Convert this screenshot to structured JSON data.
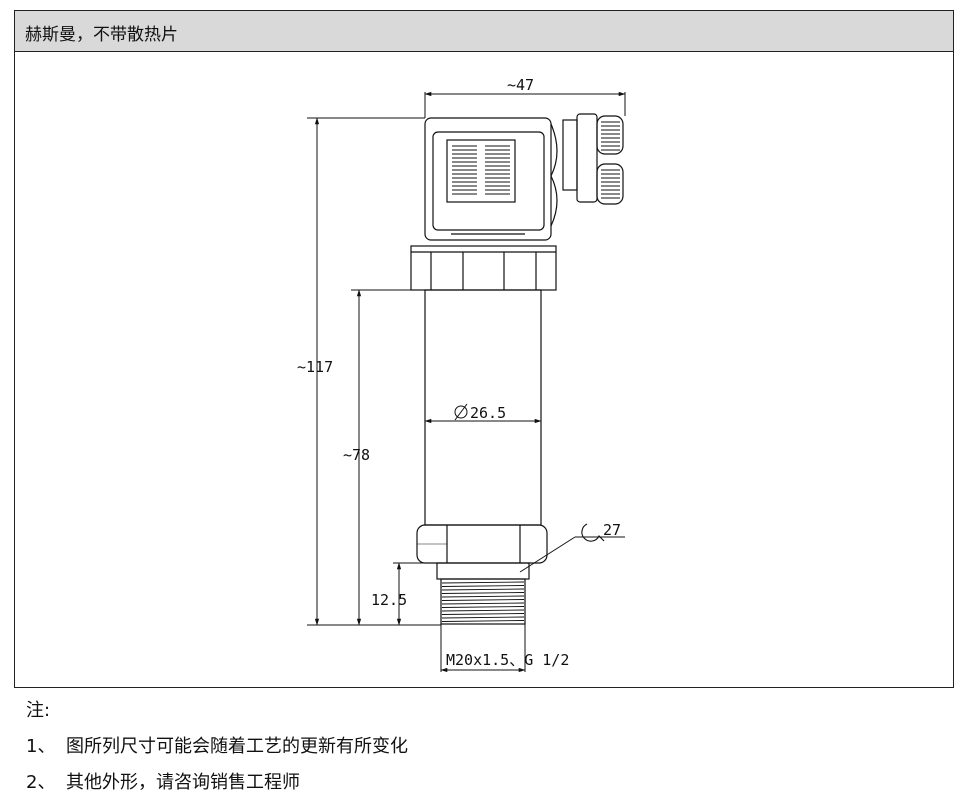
{
  "title": "赫斯曼，不带散热片",
  "dimensions": {
    "width": "~47",
    "total_height": "~117",
    "body_height": "~78",
    "diameter": "26.5",
    "wrench": "27",
    "thread_length": "12.5",
    "thread": "M20x1.5、G 1/2"
  },
  "notes": {
    "heading": "注:",
    "items": [
      {
        "num": "1、",
        "text": "图所列尺寸可能会随着工艺的更新有所变化"
      },
      {
        "num": "2、",
        "text": "其他外形，请咨询销售工程师"
      }
    ]
  }
}
